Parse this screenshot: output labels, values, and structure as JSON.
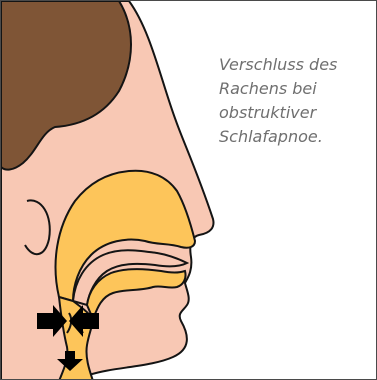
{
  "caption": {
    "lines": [
      "Verschluss des",
      "Rachens bei",
      "obstruktiver",
      "Schlafapnoe."
    ]
  },
  "colors": {
    "skin": "#f8c8b4",
    "hair": "#7f5536",
    "airway": "#fdc55a",
    "outline": "#141414",
    "caption_text": "#6f6f6f"
  }
}
